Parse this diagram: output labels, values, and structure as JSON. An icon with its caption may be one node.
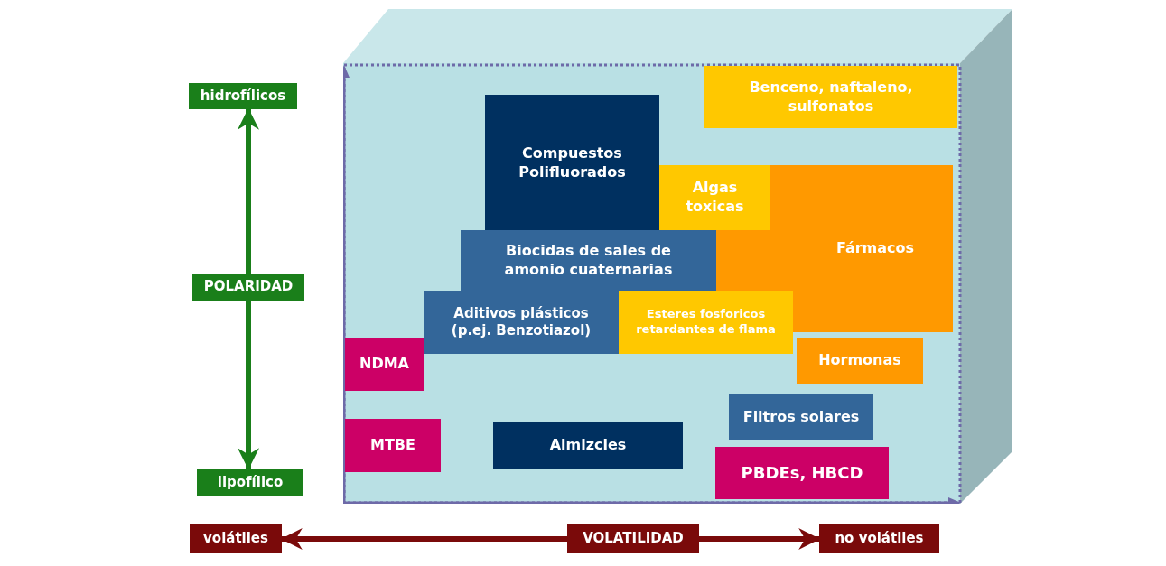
{
  "diagram": {
    "nodes": [
      {
        "text": [
          "hidrofílicos"
        ]
      },
      {
        "text": [
          "POLARIDAD"
        ]
      },
      {
        "text": [
          "lipofílico"
        ]
      },
      {
        "text": [],
        "shape": "box"
      },
      {
        "text": [
          "Benceno, naftaleno, sulfonatos"
        ],
        "in": 3
      },
      {
        "text": [
          "Compuestos Polifluorados"
        ],
        "in": 3
      },
      {
        "text": [
          "Algas toxicas"
        ],
        "in": 3
      },
      {
        "text": [
          "Fármacos"
        ],
        "in": 3
      },
      {
        "text": [
          "Biocidas de sales de amonio cuaternarias"
        ],
        "in": 3
      },
      {
        "text": [
          "Aditivos plásticos (p.ej. Benzotiazol)"
        ],
        "in": 3
      },
      {
        "text": [
          "Esteres fosforicos retardantes de flama"
        ],
        "in": 3
      },
      {
        "text": [
          "NDMA"
        ],
        "in": 3
      },
      {
        "text": [
          "Hormonas"
        ],
        "in": 3
      },
      {
        "text": [
          "Filtros solares"
        ],
        "in": 3
      },
      {
        "text": [
          "MTBE"
        ],
        "in": 3
      },
      {
        "text": [
          "Almizcles"
        ],
        "in": 3
      },
      {
        "text": [
          "PBDEs, HBCD"
        ],
        "in": 3
      },
      {
        "text": [
          "volátiles"
        ]
      },
      {
        "text": [
          "VOLATILIDAD"
        ]
      },
      {
        "text": [
          "no volátiles"
        ]
      }
    ],
    "edges": [
      {
        "from": 1,
        "to": 0,
        "arrow": "to",
        "color": "#1a7f1a"
      },
      {
        "from": 1,
        "to": 2,
        "arrow": "to",
        "color": "#1a7f1a"
      },
      {
        "from": 18,
        "to": 17,
        "arrow": "to",
        "color": "#7a0a0a"
      },
      {
        "from": 18,
        "to": 19,
        "arrow": "to",
        "color": "#7a0a0a"
      }
    ]
  }
}
